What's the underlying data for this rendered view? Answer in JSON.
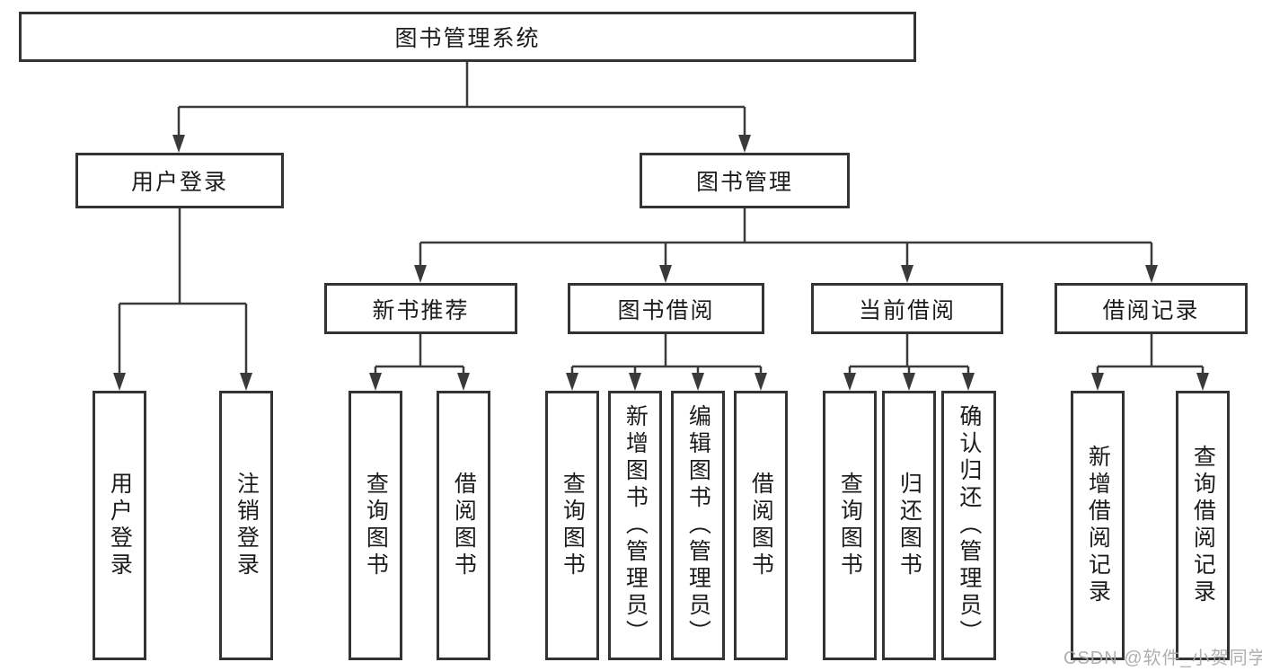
{
  "tree": {
    "root": "图书管理系统",
    "groups": [
      {
        "label": "用户登录",
        "items": [
          "用户登录",
          "注销登录"
        ]
      },
      {
        "label": "图书管理",
        "subgroups": [
          {
            "label": "新书推荐",
            "items": [
              "查询图书",
              "借阅图书"
            ]
          },
          {
            "label": "图书借阅",
            "items": [
              "查询图书",
              "新增图书（管理员）",
              "编辑图书（管理员）",
              "借阅图书"
            ]
          },
          {
            "label": "当前借阅",
            "items": [
              "查询图书",
              "归还图书",
              "确认归还（管理员）"
            ]
          },
          {
            "label": "借阅记录",
            "items": [
              "新增借阅记录",
              "查询借阅记录"
            ]
          }
        ]
      }
    ]
  },
  "watermark": "CSDN @软件_小贺同学",
  "colors": {
    "line": "#3a3a3a",
    "box_border": "#333333",
    "box_background": "#ffffff",
    "text": "#1c1c1c",
    "watermark": "#a8a8a8"
  }
}
